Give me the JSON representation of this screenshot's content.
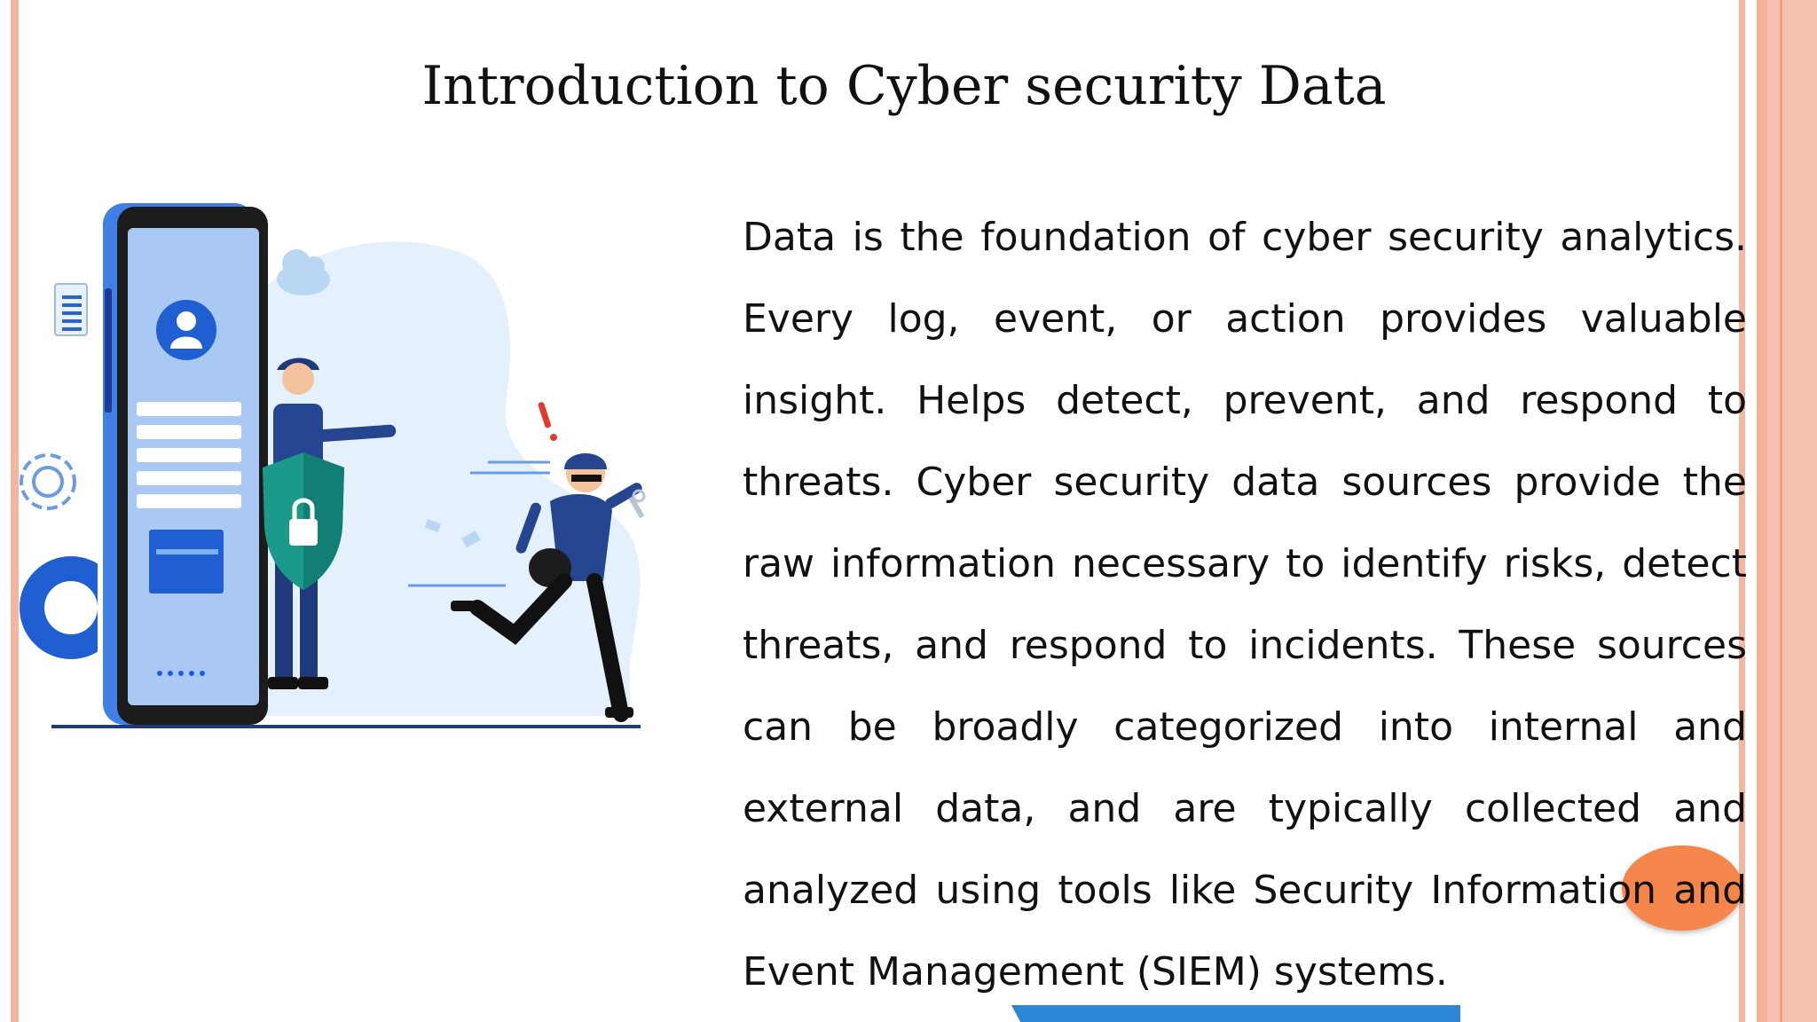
{
  "slide": {
    "title": "Introduction to Cyber security Data",
    "body": "Data is the foundation of cyber security analytics. Every log, event, or action provides valuable insight. Helps detect, prevent, and respond to threats. Cyber security data sources provide the raw information necessary to identify risks, detect threats, and respond to incidents. These sources can be broadly categorized into internal and external data, and are typically collected and analyzed using tools like Security Information and Event Management (SIEM) systems."
  },
  "colors": {
    "border": "#f3b7a1",
    "highlight": "#f47a38",
    "accent_blue": "#2e86d8",
    "shield_teal": "#1b9a8c"
  },
  "illustration": {
    "icons": [
      "phone-icon",
      "user-avatar-icon",
      "cloud-icon",
      "gear-icon",
      "document-icon",
      "shield-lock-icon",
      "police-officer",
      "thief",
      "exclamation-icon",
      "wrench-icon"
    ]
  }
}
